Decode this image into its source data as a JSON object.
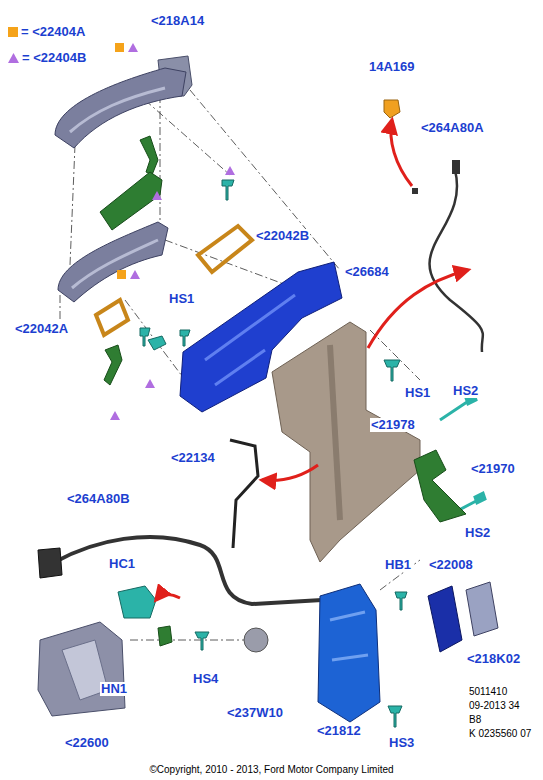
{
  "diagram": {
    "labels": [
      "<218A14",
      "14A169",
      "<264A80A",
      "<22042B",
      "<26684",
      "HS1",
      "<22042A",
      "HS1",
      "HS2",
      "<21978",
      "<22134",
      "<21970",
      "HS2",
      "<264A80B",
      "HC1",
      "HB1",
      "<22008",
      "HN1",
      "HS4",
      "<237W10",
      "<218K02",
      "<22600",
      "<21812",
      "HS3",
      "5011410",
      "09-2013 34",
      "B8",
      "K 0235560 07",
      "©Copyright, 2010 - 2013, Ford Motor Company Limited"
    ],
    "legend": [
      {
        "text": "= <22404A",
        "color": "#f5a31a"
      },
      {
        "text": "= <22404B"
      }
    ]
  }
}
